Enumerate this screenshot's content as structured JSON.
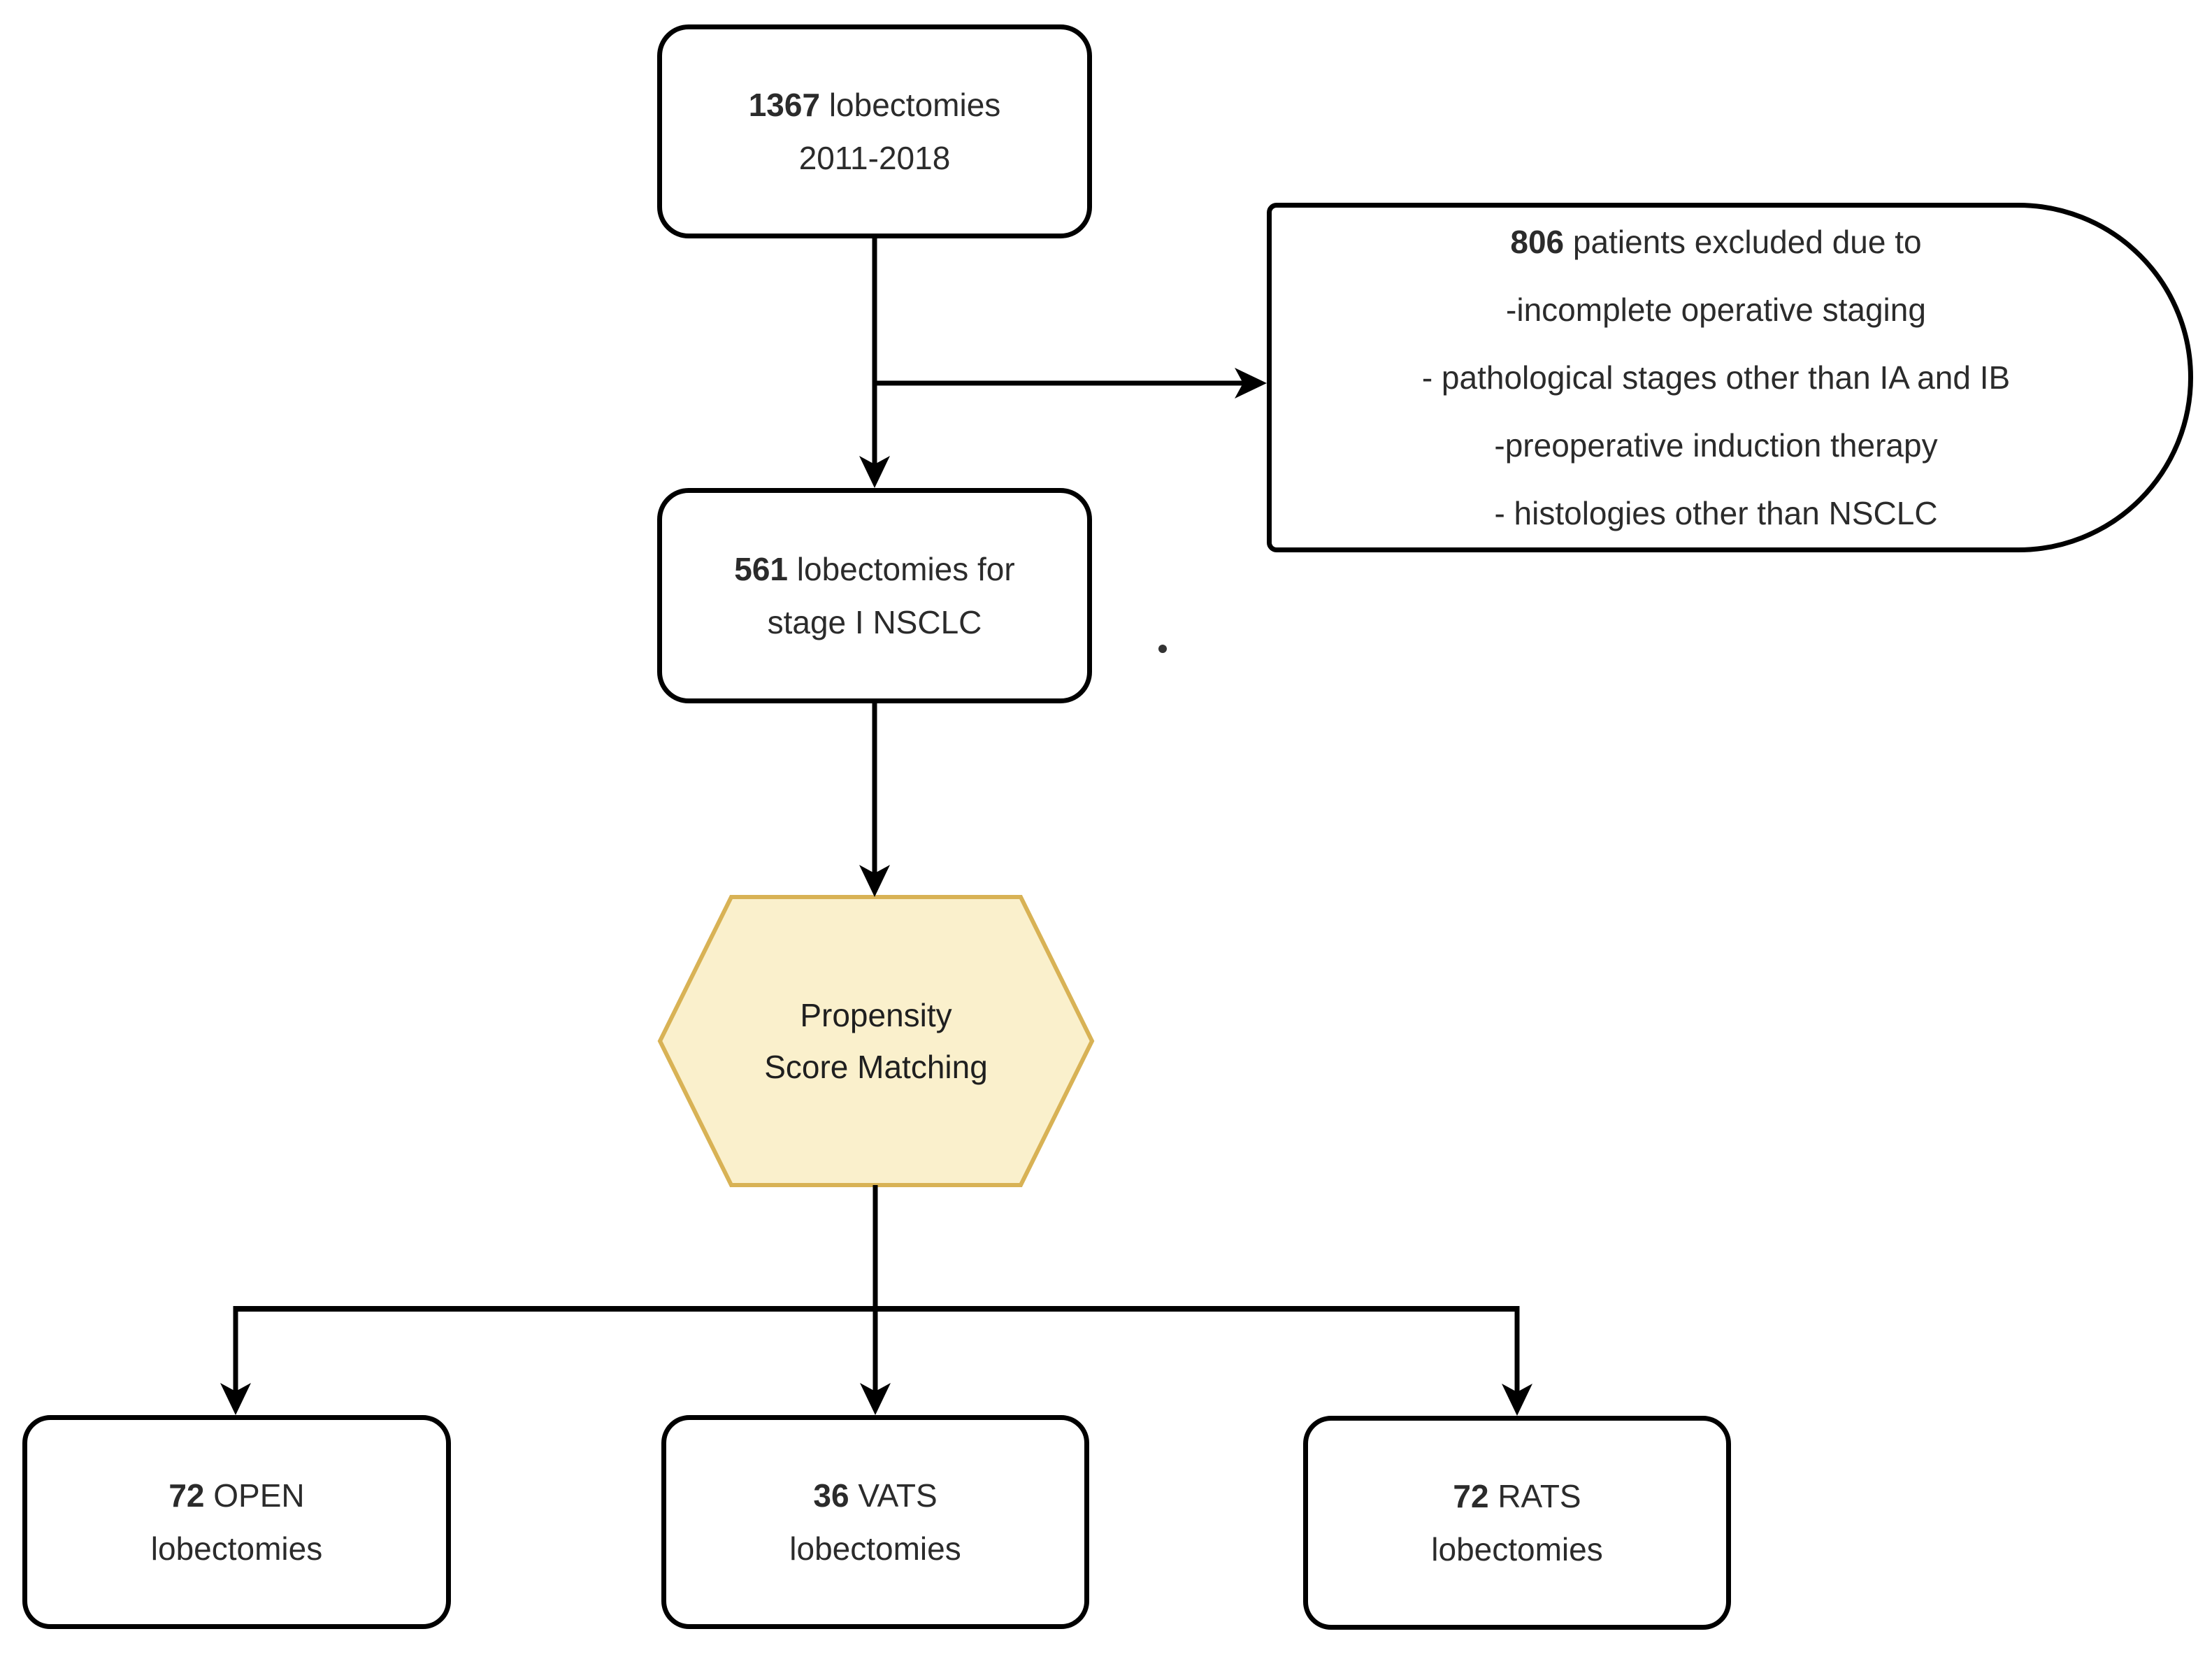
{
  "colors": {
    "line": "#000000",
    "box_border": "#000000",
    "text": "#2b2b2b",
    "hexagon_fill": "#FAF0CC",
    "hexagon_stroke": "#D8B255"
  },
  "nodes": {
    "total": {
      "count": "1367",
      "label": "lobectomies",
      "line2": "2011-2018"
    },
    "exclusion": {
      "count": "806",
      "label": "patients excluded due to",
      "reasons": [
        "-incomplete operative staging",
        "- pathological stages other than IA and IB",
        "-preoperative induction therapy",
        "- histologies other than NSCLC"
      ]
    },
    "stage1": {
      "count": "561",
      "label": "lobectomies for",
      "line2": "stage I NSCLC"
    },
    "psm": {
      "line1": "Propensity",
      "line2": "Score Matching"
    },
    "open": {
      "count": "72",
      "label": "OPEN",
      "line2": "lobectomies"
    },
    "vats": {
      "count": "36",
      "label": "VATS",
      "line2": "lobectomies"
    },
    "rats": {
      "count": "72",
      "label": "RATS",
      "line2": "lobectomies"
    }
  }
}
